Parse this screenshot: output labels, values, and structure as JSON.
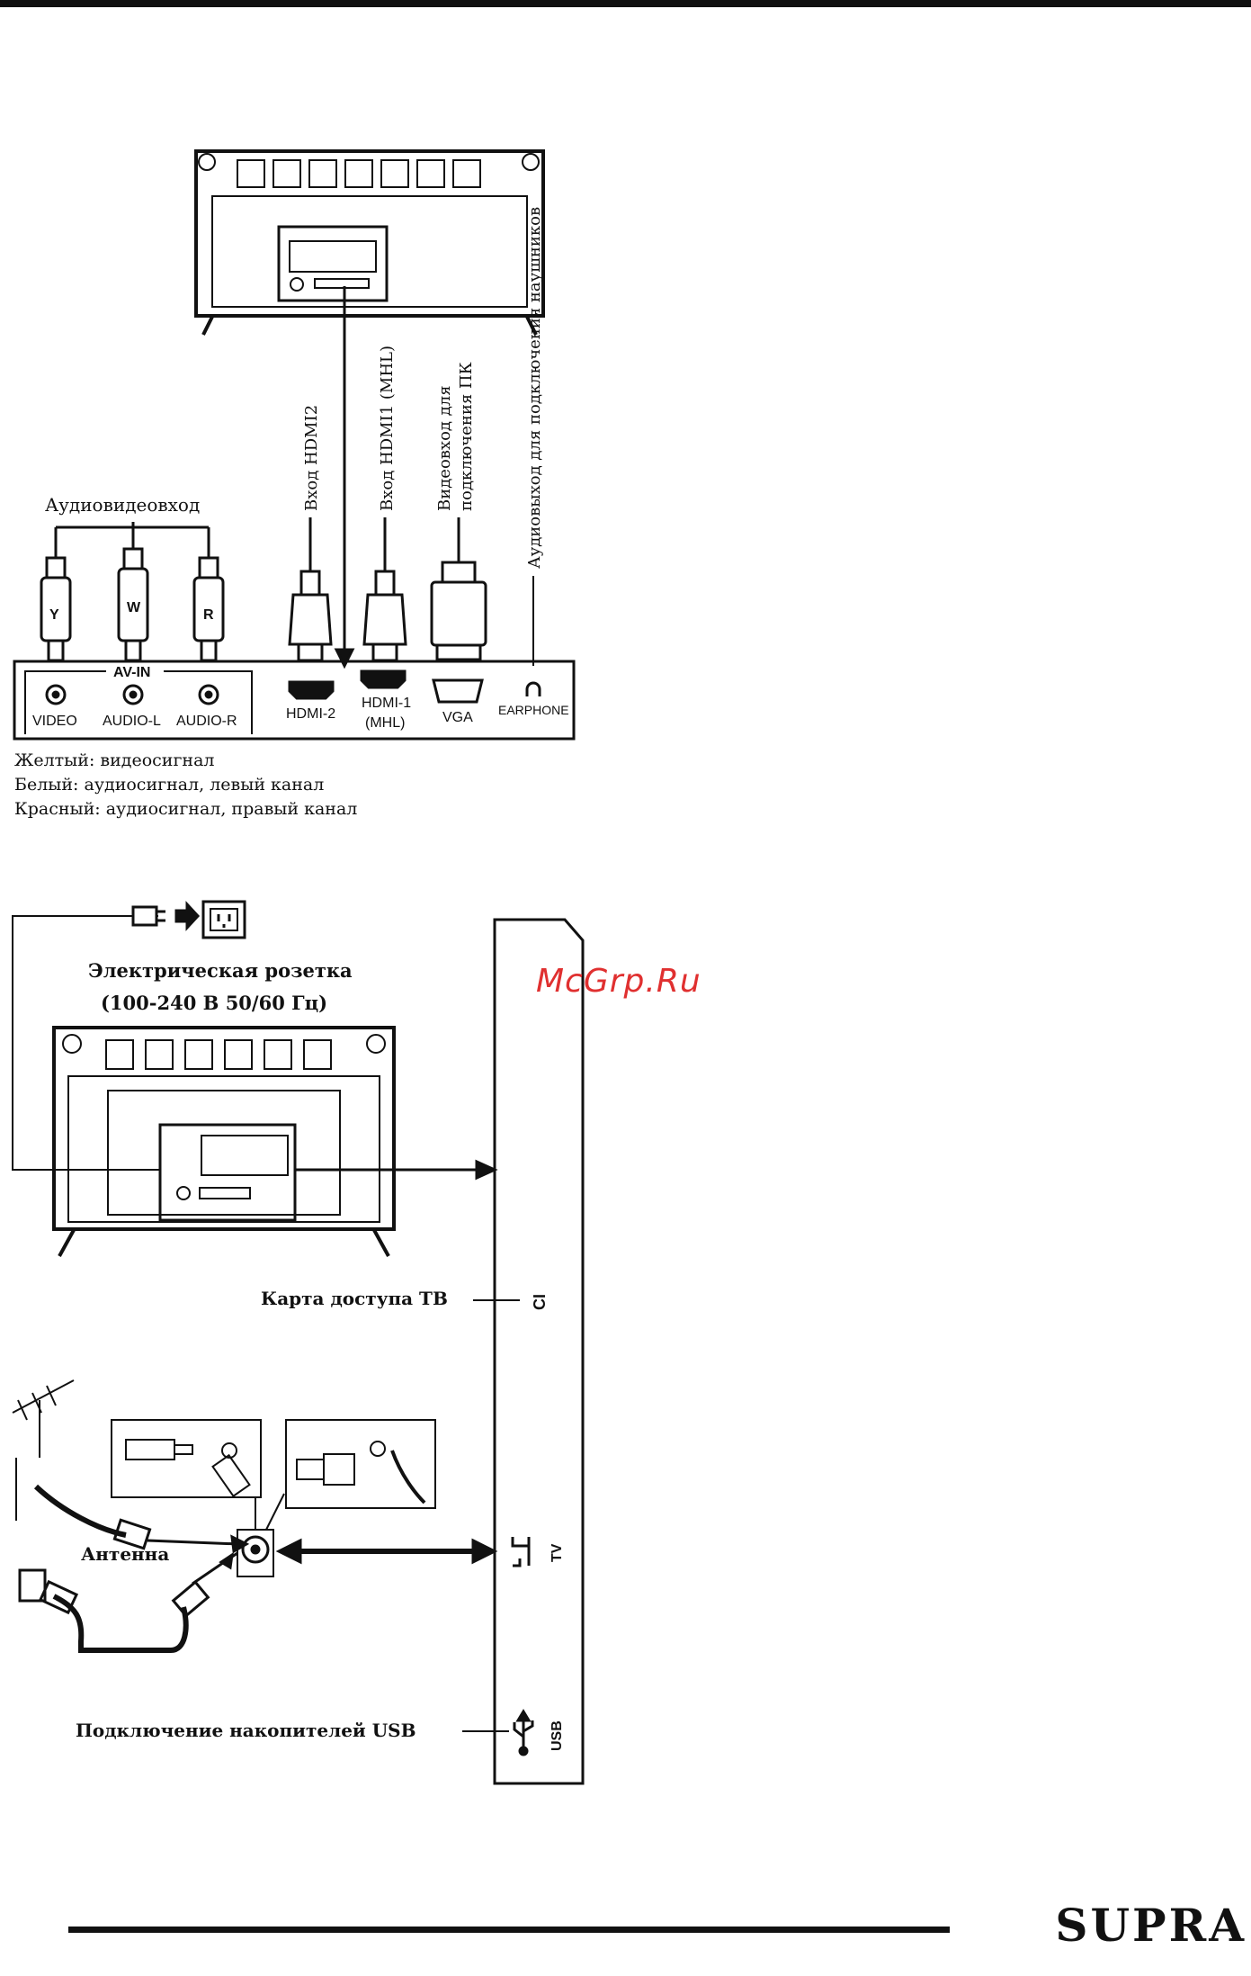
{
  "connectors_panel": {
    "av_group_label": "Аудиовидеовход",
    "av_in_label": "AV-IN",
    "ports": {
      "video": "VIDEO",
      "audio_l": "AUDIO-L",
      "audio_r": "AUDIO-R",
      "hdmi2": "HDMI-2",
      "hdmi1": "HDMI-1",
      "hdmi1_sub": "(MHL)",
      "vga": "VGA",
      "earphone": "EARPHONE"
    },
    "plug_letters": {
      "yellow": "Y",
      "white": "W",
      "red": "R"
    },
    "vertical_labels": {
      "hdmi2": "Вход HDMI2",
      "hdmi1": "Вход HDMI1 (MHL)",
      "vga_line1": "Видеовход для",
      "vga_line2": "подключения ПК",
      "earphone": "Аудиовыход для подключения наушников"
    }
  },
  "color_legend": [
    "Желтый: видеосигнал",
    "Белый: аудиосигнал, левый канал",
    "Красный: аудиосигнал, правый канал"
  ],
  "side_panel": {
    "power_label": "Электрическая розетка",
    "power_spec": "(100-240 В 50/60 Гц)",
    "ci_label": "Карта доступа ТВ",
    "ci_port": "CI",
    "antenna_label": "Антенна",
    "tv_port": "TV",
    "usb_label": "Подключение накопителей USB",
    "usb_port": "USB"
  },
  "watermark": "McGrp.Ru",
  "brand": "SUPRA",
  "colors": {
    "line": "#111111",
    "watermark": "#e03030"
  }
}
